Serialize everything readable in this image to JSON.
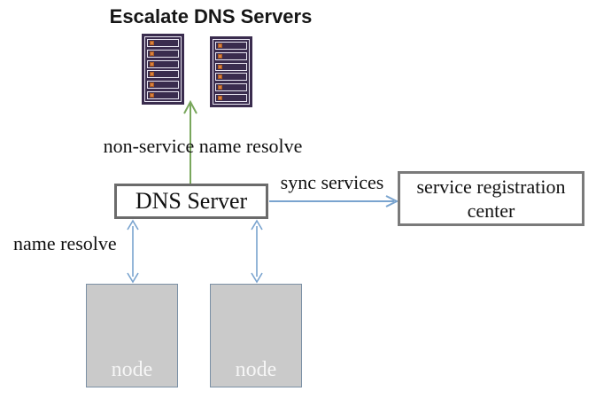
{
  "title": "Escalate DNS Servers",
  "labels": {
    "non_service_resolve": "non-service name resolve",
    "sync_services": "sync services",
    "name_resolve": "name resolve"
  },
  "boxes": {
    "dns_server": "DNS Server",
    "registration_center": "service registration center"
  },
  "nodes": {
    "left": "node",
    "right": "node"
  },
  "icons": {
    "server_rack": "server-rack-icon",
    "up_arrow": "arrow-up-icon",
    "right_arrow": "arrow-right-icon",
    "double_arrow": "arrow-up-down-icon"
  },
  "colors": {
    "server_purple": "#3a2c4e",
    "server_slot_orange": "#d9803f",
    "arrow_green": "#79a75c",
    "arrow_blue": "#7aa4cf",
    "dns_box_border": "#6b6b6b",
    "reg_box_border": "#7a7a7a",
    "node_fill": "#cacaca",
    "node_border": "#7b90a5"
  }
}
